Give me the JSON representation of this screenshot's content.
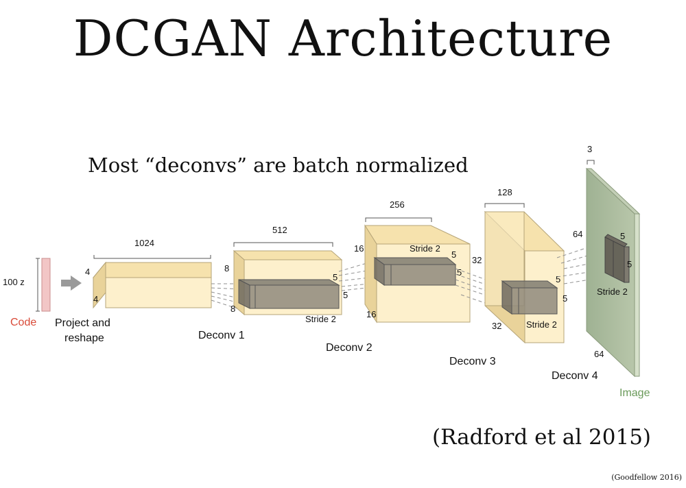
{
  "title": "DCGAN Architecture",
  "subtitle": "Most “deconvs” are batch normalized",
  "citation": "(Radford et al 2015)",
  "credit": "(Goodfellow 2016)",
  "colors": {
    "block_front": "#fdf0cc",
    "block_top": "#f6e2ad",
    "block_side": "#e9d39a",
    "kernel": "#8f8a7d",
    "code_bar": "#f2c6c6",
    "code_label": "#d94a38",
    "image_plane": "#a9b89c",
    "image_label": "#6a9a5a"
  },
  "diagram": {
    "code": {
      "dim_label": "100 z",
      "label": "Code"
    },
    "project": {
      "label_line1": "Project and",
      "label_line2": "reshape",
      "width": "1024",
      "height": "4",
      "depth": "4"
    },
    "deconv1": {
      "label": "Deconv 1",
      "width": "512",
      "height": "8",
      "depth": "8",
      "kernel_h": "5",
      "kernel_w": "5",
      "stride": "Stride 2"
    },
    "deconv2": {
      "label": "Deconv 2",
      "width": "256",
      "height": "16",
      "depth": "16",
      "kernel_h": "5",
      "kernel_w": "5",
      "stride": "Stride 2"
    },
    "deconv3": {
      "label": "Deconv 3",
      "width": "128",
      "height": "32",
      "depth": "32",
      "kernel_h": "5",
      "kernel_w": "5",
      "stride": "Stride 2"
    },
    "deconv4": {
      "label": "Deconv 4",
      "width": "3",
      "height": "64",
      "depth": "64",
      "kernel_h": "5",
      "kernel_w": "5",
      "stride": "Stride 2"
    },
    "image": {
      "label": "Image"
    }
  }
}
